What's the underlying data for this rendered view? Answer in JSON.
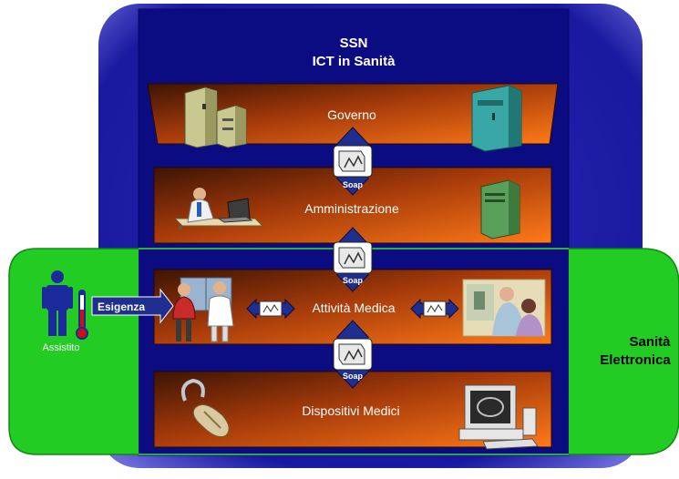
{
  "header": {
    "line1": "SSN",
    "line2": "ICT in Sanità"
  },
  "layers": {
    "governo": "Governo",
    "amministrazione": "Amministrazione",
    "attivita_medica": "Attività Medica",
    "dispositivi_medici": "Dispositivi Medici"
  },
  "connectors": {
    "soap1": "Soap",
    "soap2": "Soap",
    "soap3": "Soap"
  },
  "side": {
    "assistito": "Assistito",
    "esigenza": "Esigenza",
    "sanita_line1": "Sanità",
    "sanita_line2": "Elettronica"
  },
  "colors": {
    "outer_blue": "#1a1aa0",
    "inner_blue": "#0a0a80",
    "band_green": "#22cc22",
    "band_dark": "#4a1a06",
    "band_light": "#ff7418",
    "connector_blue": "#1f2f90"
  },
  "icons": [
    "server-tower-icon",
    "teal-server-icon",
    "office-worker-icon",
    "green-cabinet-icon",
    "doctors-icon",
    "medical-consult-icon",
    "ultrasound-probe-icon",
    "computer-workstation-icon",
    "patient-figure-icon",
    "thermometer-icon",
    "envelope-document-icon"
  ]
}
